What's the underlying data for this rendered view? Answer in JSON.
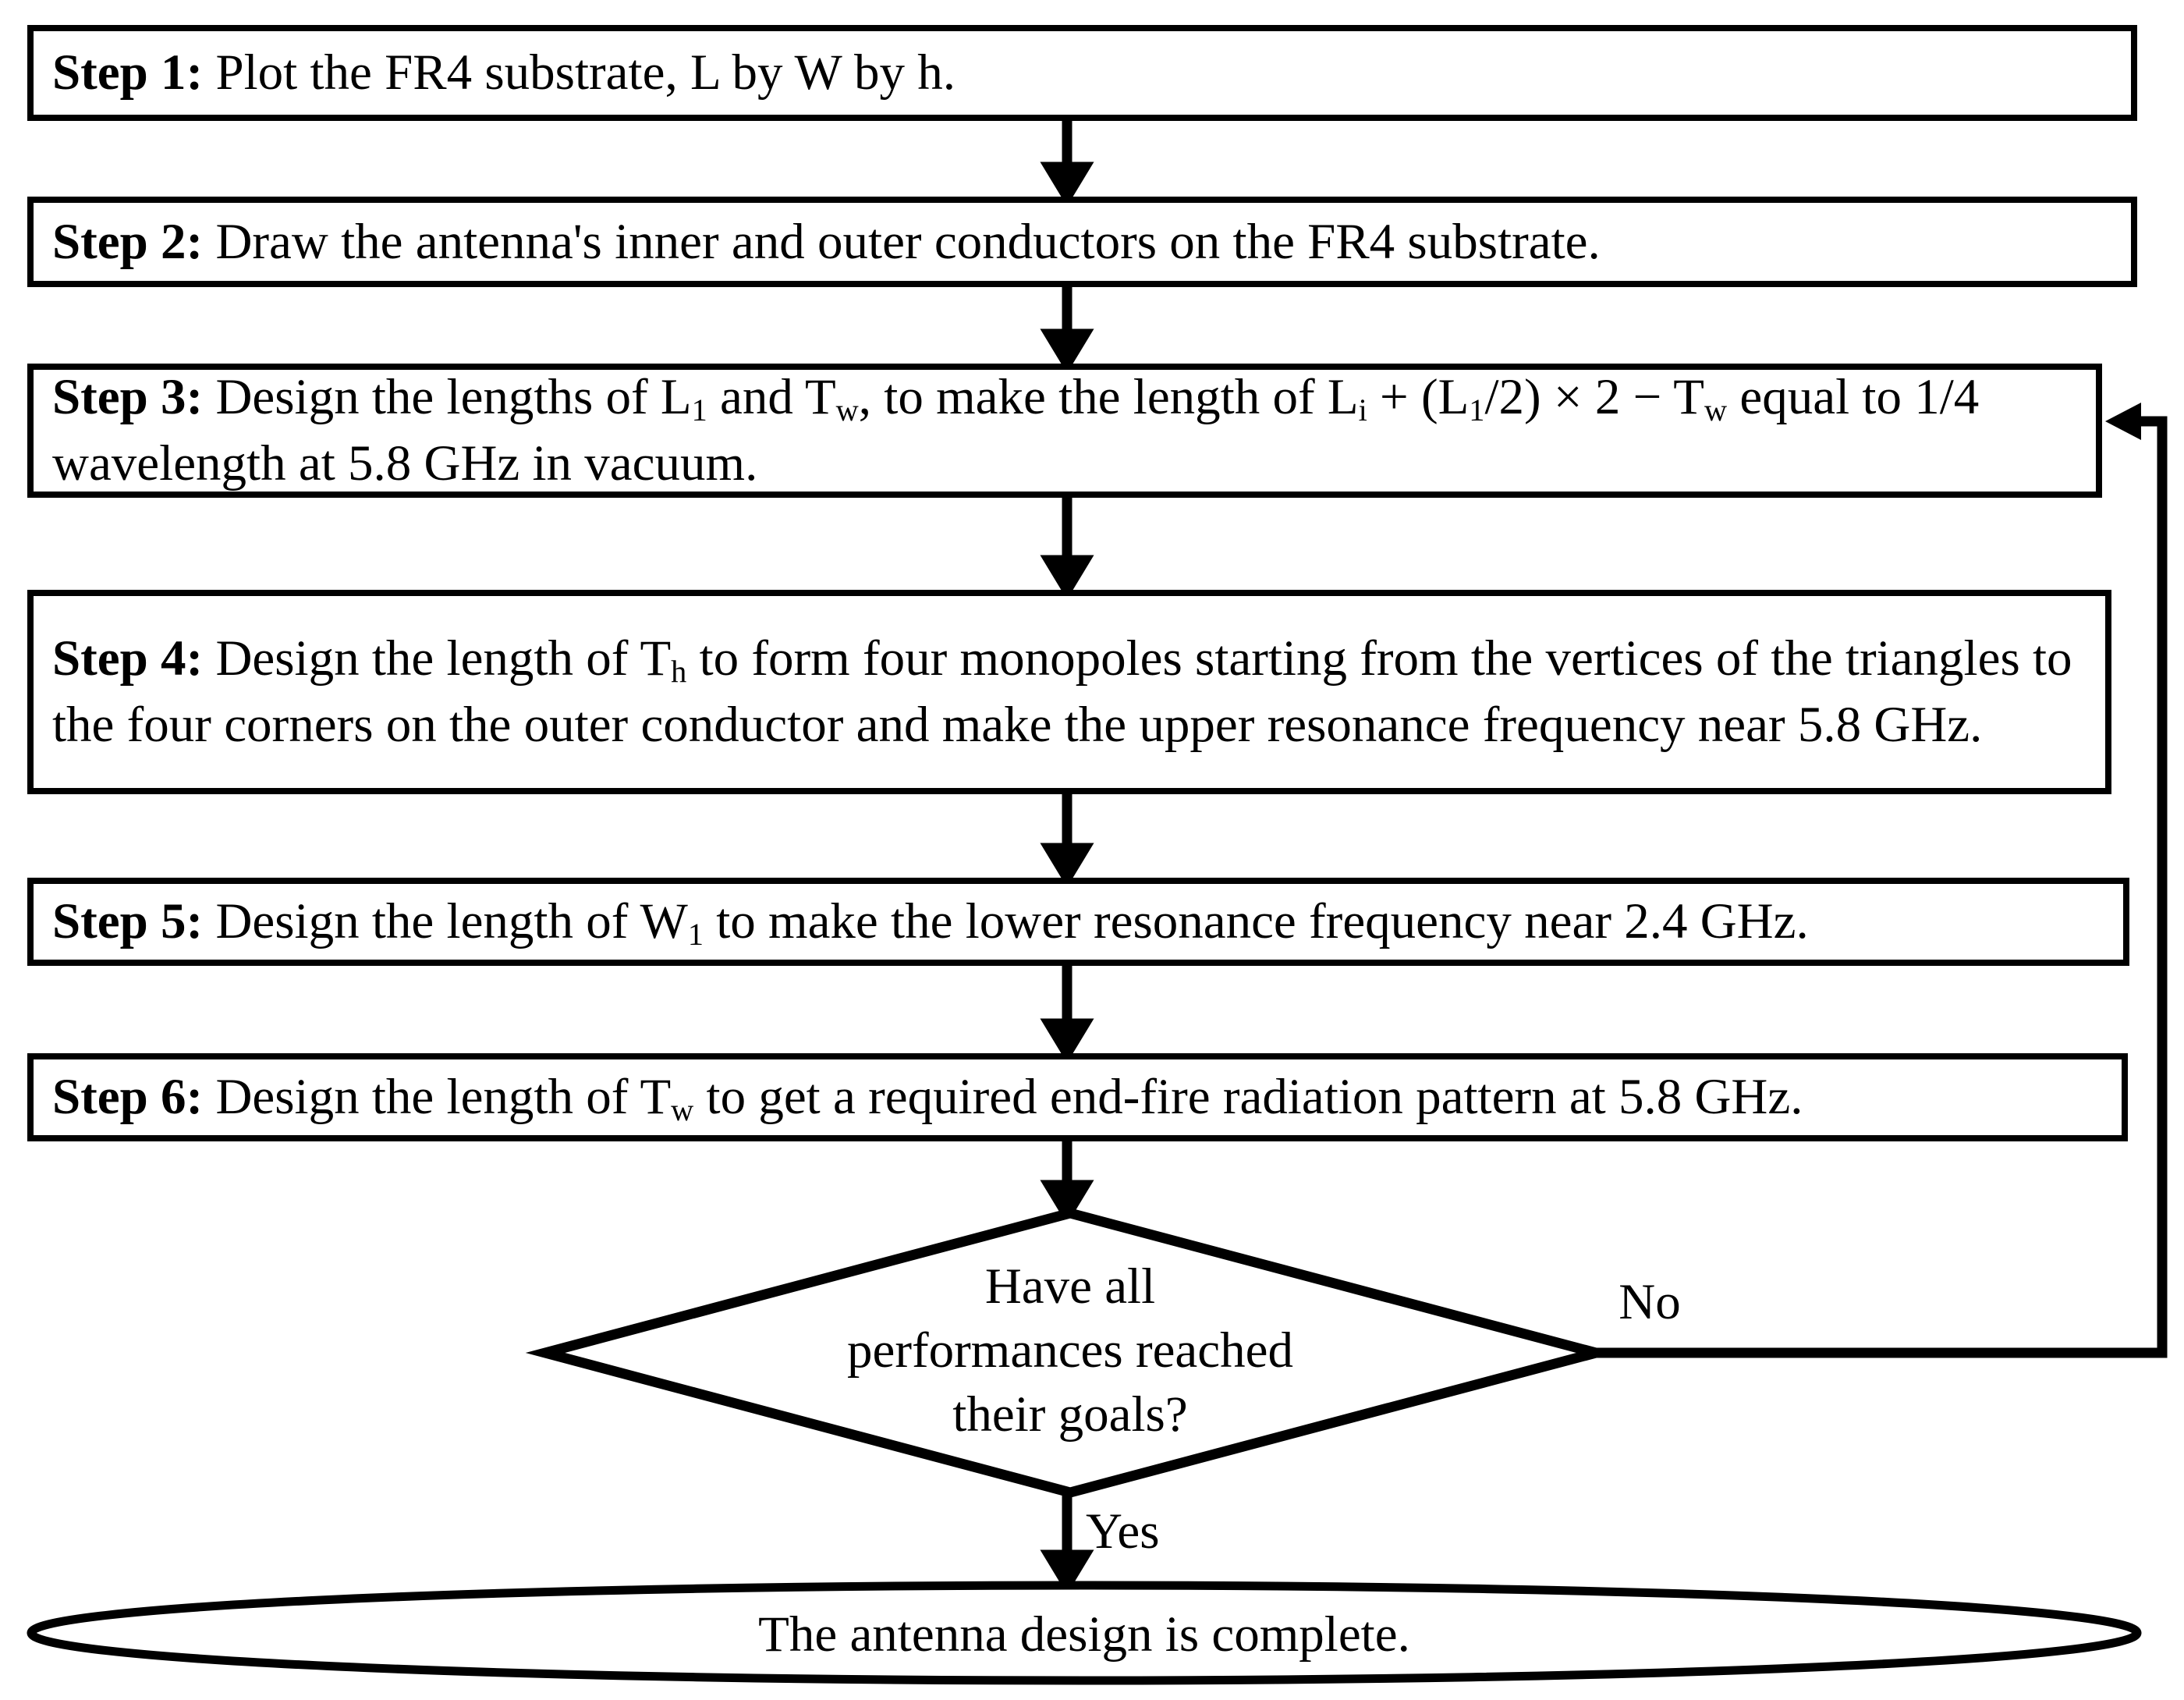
{
  "colors": {
    "ink": "#000000",
    "paper": "#ffffff"
  },
  "flowchart": {
    "steps": [
      {
        "label": "Step 1:",
        "text": " Plot the FR4 substrate, L by W by h."
      },
      {
        "label": "Step 2:",
        "text": " Draw the antenna's inner and outer conductors on the FR4 substrate."
      },
      {
        "label": "Step 3:",
        "text": " Design the lengths of L<sub>1</sub> and T<sub>w</sub>, to make the length of L<sub>i</sub> + (L<sub>1</sub>/2) × 2 − T<sub>w</sub> equal to 1/4 wavelength at 5.8 GHz in vacuum."
      },
      {
        "label": "Step 4:",
        "text": " Design the length of T<sub>h</sub> to form four monopoles starting from the vertices of the triangles to the four corners on the outer conductor and make the upper resonance frequency near 5.8 GHz."
      },
      {
        "label": "Step 5:",
        "text": " Design the length of W<sub>1</sub> to make the lower resonance frequency near 2.4 GHz."
      },
      {
        "label": "Step 6:",
        "text": " Design the length of T<sub>w</sub> to get a required end-fire radiation pattern at 5.8 GHz."
      }
    ],
    "decision": {
      "lines": [
        "Have all",
        "performances reached",
        "their goals?"
      ],
      "no_label": "No",
      "yes_label": "Yes"
    },
    "terminal": {
      "text": "The antenna design is complete."
    }
  }
}
